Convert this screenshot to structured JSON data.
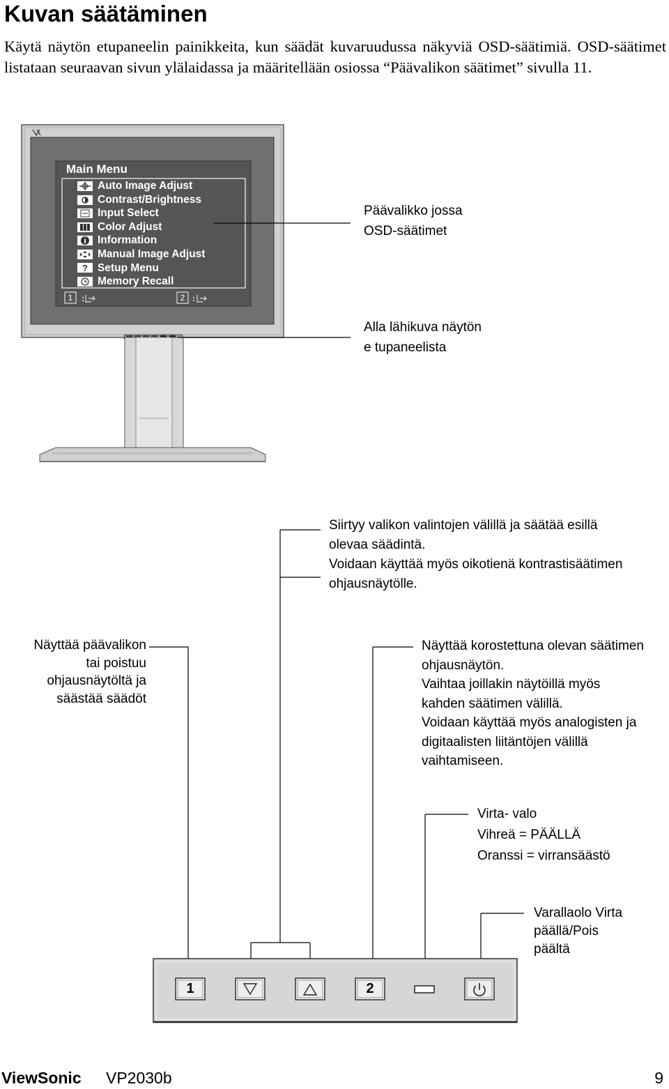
{
  "page": {
    "title": "Kuvan säätäminen",
    "intro": "Käytä näytön etupaneelin painikkeita, kun säädät kuvaruudussa näkyviä OSD-säätimiä. OSD-säätimet listataan seuraavan sivun ylälaidassa ja määritellään osiossa “Päävalikon säätimet” sivulla 11."
  },
  "osd_menu": {
    "title": "Main Menu",
    "items": [
      {
        "label": "Auto Image Adjust",
        "icon": "crosshair-icon"
      },
      {
        "label": "Contrast/Brightness",
        "icon": "brightness-icon"
      },
      {
        "label": "Input Select",
        "icon": "input-icon"
      },
      {
        "label": "Color Adjust",
        "icon": "color-icon"
      },
      {
        "label": "Information",
        "icon": "info-icon"
      },
      {
        "label": "Manual Image Adjust",
        "icon": "move-icon"
      },
      {
        "label": "Setup Menu",
        "icon": "question-icon"
      },
      {
        "label": "Memory Recall",
        "icon": "memory-icon"
      }
    ],
    "footer_left": "1",
    "footer_right": "2"
  },
  "callouts": {
    "main_menu_line1": "Päävalikko jossa",
    "main_menu_line2": "OSD-säätimet",
    "closeup_line1": "Alla lähikuva näytön",
    "closeup_line2": "e tupaneelista",
    "arrows_line1": "Siirtyy valikon valintojen välillä ja säätää esillä",
    "arrows_line2": "olevaa säädintä.",
    "arrows_line3": "Voidaan käyttää myös oikotienä kontrastisäätimen",
    "arrows_line4": "ohjausnäytölle.",
    "button1_line1": "Näyttää päävalikon",
    "button1_line2": "tai poistuu",
    "button1_line3": "ohjausnäytöltä ja",
    "button1_line4": "säästää säädöt",
    "button2_line1": "Näyttää korostettuna olevan säätimen",
    "button2_line2": "ohjausnäytön.",
    "button2_line3": "Vaihtaa joillakin näytöillä myös",
    "button2_line4": "kahden säätimen välillä.",
    "button2_line5": "Voidaan käyttää myös analogisten ja",
    "button2_line6": "digitaalisten liitäntöjen välillä",
    "button2_line7": "vaihtamiseen.",
    "led_line1": "Virta- valo",
    "led_line2": "Vihreä = PÄÄLLÄ",
    "led_line3": "Oranssi = virransäästö",
    "power_line1": "Varallaolo Virta",
    "power_line2": "päällä/Pois",
    "power_line3": "päältä"
  },
  "front_panel": {
    "button1_label": "1",
    "button2_label": "2"
  },
  "footer": {
    "brand": "ViewSonic",
    "model": "VP2030b",
    "page_number": "9"
  }
}
